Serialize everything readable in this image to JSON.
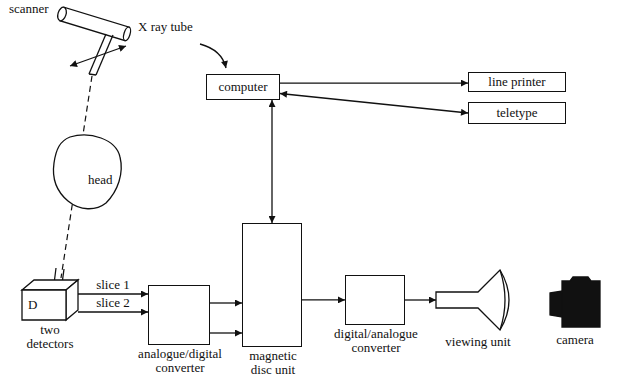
{
  "diagram": {
    "nodes": [
      {
        "text": [
          "head"
        ]
      },
      {
        "text": [
          "computer"
        ]
      },
      {
        "text": [
          "line printer"
        ]
      },
      {
        "text": [
          "teletype"
        ]
      },
      {
        "text": [
          "D",
          "two detectors"
        ]
      },
      {
        "text": [
          "analogue/digital converter"
        ]
      },
      {
        "text": [
          "magnetic disc unit"
        ]
      },
      {
        "text": [
          "digital/analogue converter"
        ]
      },
      {
        "text": [
          "viewing unit"
        ]
      },
      {
        "text": [
          "camera"
        ]
      }
    ],
    "edges": [
      {
        "from": 4,
        "to": 5,
        "arrow": "to",
        "label": "slice 1"
      },
      {
        "from": 4,
        "to": 5,
        "arrow": "to",
        "label": "slice 2"
      },
      {
        "from": 5,
        "to": 6,
        "arrow": "to"
      },
      {
        "from": 5,
        "to": 6,
        "arrow": "to"
      },
      {
        "from": 6,
        "to": 1,
        "arrow": "both"
      },
      {
        "from": 1,
        "to": 2,
        "arrow": "to"
      },
      {
        "from": 1,
        "to": 3,
        "arrow": "both"
      },
      {
        "from": 6,
        "to": 7,
        "arrow": "to"
      },
      {
        "from": 7,
        "to": 8,
        "arrow": "to"
      }
    ],
    "labels": [
      "scanner",
      "X ray tube"
    ]
  }
}
